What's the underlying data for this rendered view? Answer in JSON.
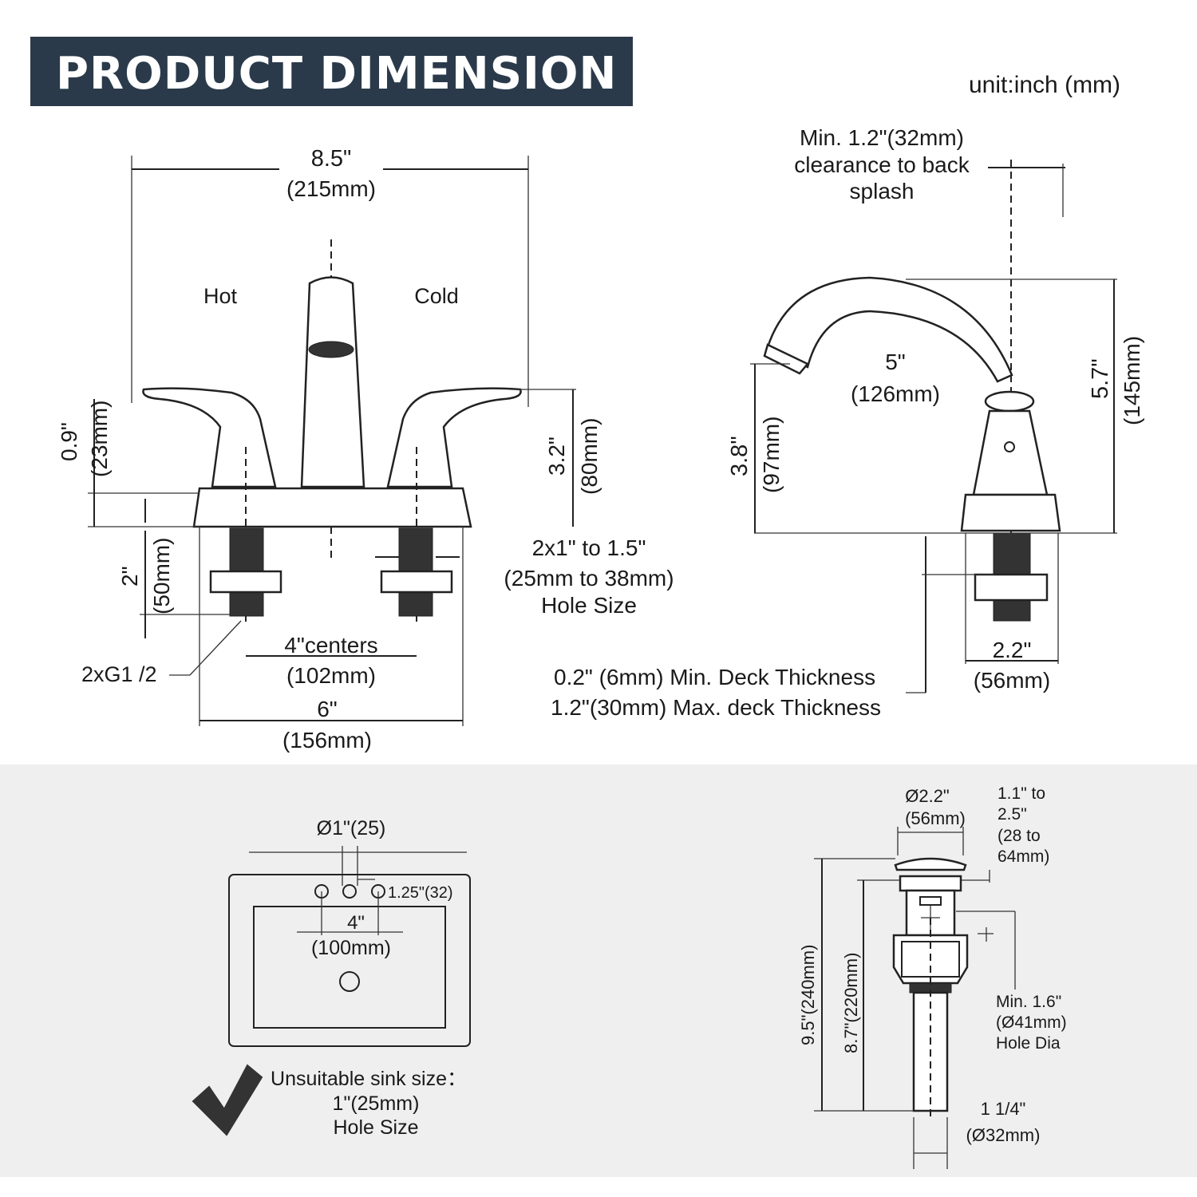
{
  "header": {
    "title": "PRODUCT DIMENSION",
    "band_color": "#2b3a4a",
    "unit": "unit:inch (mm)"
  },
  "front_view": {
    "overall_width": {
      "in": "8.5\"",
      "mm": "(215mm)"
    },
    "hot_label": "Hot",
    "cold_label": "Cold",
    "base_height": {
      "in": "0.9\"",
      "mm": "(23mm)"
    },
    "handle_height": {
      "in": "3.2\"",
      "mm": "(80mm)"
    },
    "shank_length": {
      "in": "2\"",
      "mm": "(50mm)"
    },
    "hole_size": {
      "line1": "2x1\" to 1.5\"",
      "line2": "(25mm to 38mm)",
      "line3": "Hole Size"
    },
    "centers": {
      "in": "4\"centers",
      "mm": "(102mm)"
    },
    "thread": "2xG1 /2",
    "base_width": {
      "in": "6\"",
      "mm": "(156mm)"
    }
  },
  "side_view": {
    "clearance": {
      "line1": "Min. 1.2\"(32mm)",
      "line2": "clearance to back",
      "line3": "splash"
    },
    "reach": {
      "in": "5\"",
      "mm": "(126mm)"
    },
    "total_height": {
      "in": "5.7\"",
      "mm": "(145mm)"
    },
    "spout_height": {
      "in": "3.8\"",
      "mm": "(97mm)"
    },
    "deck_min": "0.2\" (6mm) Min. Deck Thickness",
    "deck_max": "1.2\"(30mm) Max. deck Thickness",
    "base_depth": {
      "in": "2.2\"",
      "mm": "(56mm)"
    }
  },
  "sink_diagram": {
    "hole_dia": "Ø1\"(25)",
    "hole_spacing": "1.25\"(32)",
    "centers": {
      "in": "4\"",
      "mm": "(100mm)"
    },
    "note": {
      "line1": "Unsuitable sink size：",
      "line2": "1\"(25mm)",
      "line3": "Hole Size"
    }
  },
  "drain_diagram": {
    "cap_dia": {
      "in": "Ø2.2\"",
      "mm": "(56mm)"
    },
    "thickness_range": {
      "line1": "1.1\" to",
      "line2": "2.5\"",
      "line3": "(28 to",
      "line4": "64mm)"
    },
    "total_length": "9.5\"(240mm)",
    "body_length": "8.7\"(220mm)",
    "hole_dia": {
      "line1": "Min. 1.6\"",
      "line2": "(Ø41mm)",
      "line3": "Hole Dia"
    },
    "tail_dia": {
      "in": "1 1/4\"",
      "mm": "(Ø32mm)"
    }
  }
}
